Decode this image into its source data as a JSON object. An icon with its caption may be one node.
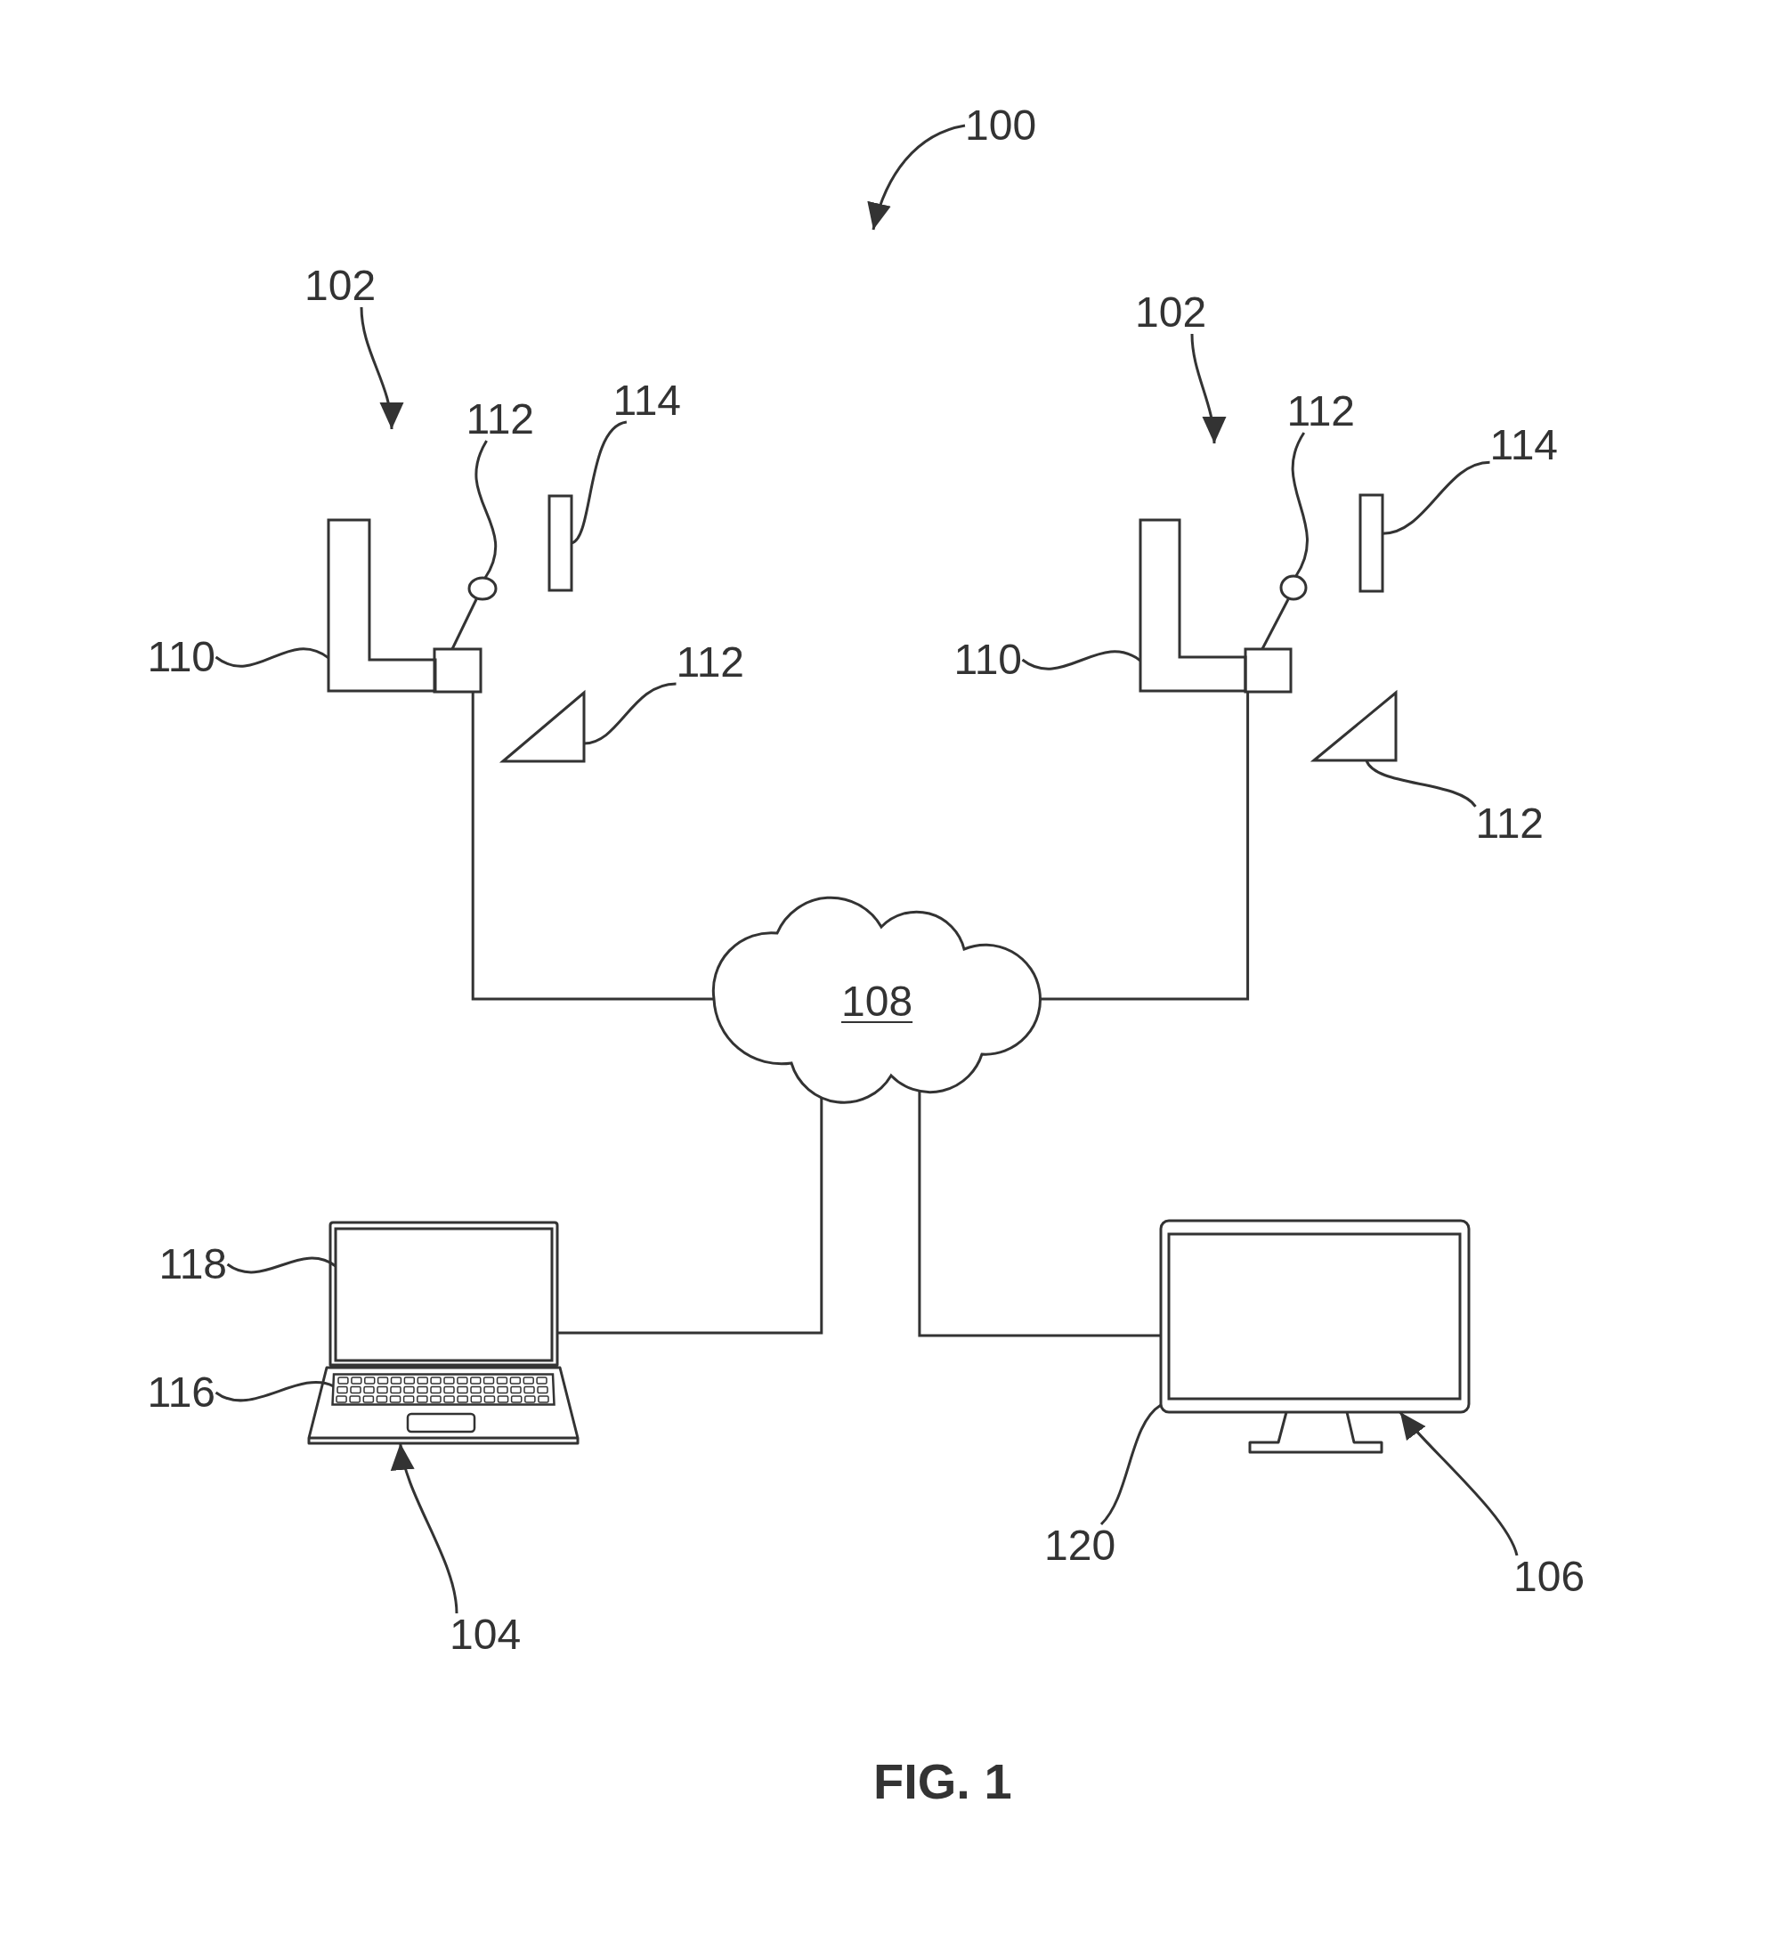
{
  "diagram": {
    "caption": "FIG. 1",
    "nodes": [
      {
        "text": [
          "100"
        ]
      },
      {
        "text": [
          "102"
        ]
      },
      {
        "text": [
          "102"
        ]
      },
      {
        "text": [
          "112"
        ]
      },
      {
        "text": [
          "114"
        ]
      },
      {
        "text": [
          "112"
        ]
      },
      {
        "text": [
          "114"
        ]
      },
      {
        "text": [],
        "shape": "circle"
      },
      {
        "text": [],
        "shape": "bar"
      },
      {
        "text": [],
        "shape": "circle"
      },
      {
        "text": [],
        "shape": "bar"
      },
      {
        "text": [
          "110"
        ]
      },
      {
        "text": [],
        "shape": "polygon"
      },
      {
        "text": [],
        "shape": "box"
      },
      {
        "text": [
          "110"
        ]
      },
      {
        "text": [],
        "shape": "polygon"
      },
      {
        "text": [],
        "shape": "box"
      },
      {
        "text": [
          "112"
        ]
      },
      {
        "text": [],
        "shape": "triangle"
      },
      {
        "text": [],
        "shape": "triangle"
      },
      {
        "text": [
          "112"
        ]
      },
      {
        "text": [
          "108"
        ]
      },
      {
        "text": [],
        "shape": "picture"
      },
      {
        "text": [],
        "shape": "box",
        "in": 22
      },
      {
        "text": [],
        "shape": "picture",
        "in": 22
      },
      {
        "text": [
          "118"
        ]
      },
      {
        "text": [
          "116"
        ]
      },
      {
        "text": [],
        "shape": "picture"
      },
      {
        "text": [
          "120"
        ]
      },
      {
        "text": [
          "104"
        ]
      },
      {
        "text": [
          "106"
        ]
      }
    ],
    "edges": [
      {
        "from": 0,
        "to": null,
        "arrow": "to"
      },
      {
        "from": 1,
        "to": null,
        "arrow": "to"
      },
      {
        "from": 2,
        "to": null,
        "arrow": "to"
      },
      {
        "from": 3,
        "to": 7,
        "arrow": "none"
      },
      {
        "from": 4,
        "to": 8,
        "arrow": "none"
      },
      {
        "from": 5,
        "to": 9,
        "arrow": "none"
      },
      {
        "from": 6,
        "to": 10,
        "arrow": "none"
      },
      {
        "from": 13,
        "to": 7,
        "arrow": "none"
      },
      {
        "from": 16,
        "to": 9,
        "arrow": "none"
      },
      {
        "from": 11,
        "to": 12,
        "arrow": "none"
      },
      {
        "from": 14,
        "to": 15,
        "arrow": "none"
      },
      {
        "from": 17,
        "to": 18,
        "arrow": "none"
      },
      {
        "from": 20,
        "to": 19,
        "arrow": "none"
      },
      {
        "from": 13,
        "to": 21,
        "arrow": "none"
      },
      {
        "from": 16,
        "to": 21,
        "arrow": "none"
      },
      {
        "from": 21,
        "to": 22,
        "arrow": "none"
      },
      {
        "from": 21,
        "to": 27,
        "arrow": "none"
      },
      {
        "from": 25,
        "to": 23,
        "arrow": "none"
      },
      {
        "from": 26,
        "to": 24,
        "arrow": "none"
      },
      {
        "from": 28,
        "to": 27,
        "arrow": "none"
      },
      {
        "from": 29,
        "to": 22,
        "arrow": "to"
      },
      {
        "from": 30,
        "to": 27,
        "arrow": "to"
      }
    ]
  }
}
